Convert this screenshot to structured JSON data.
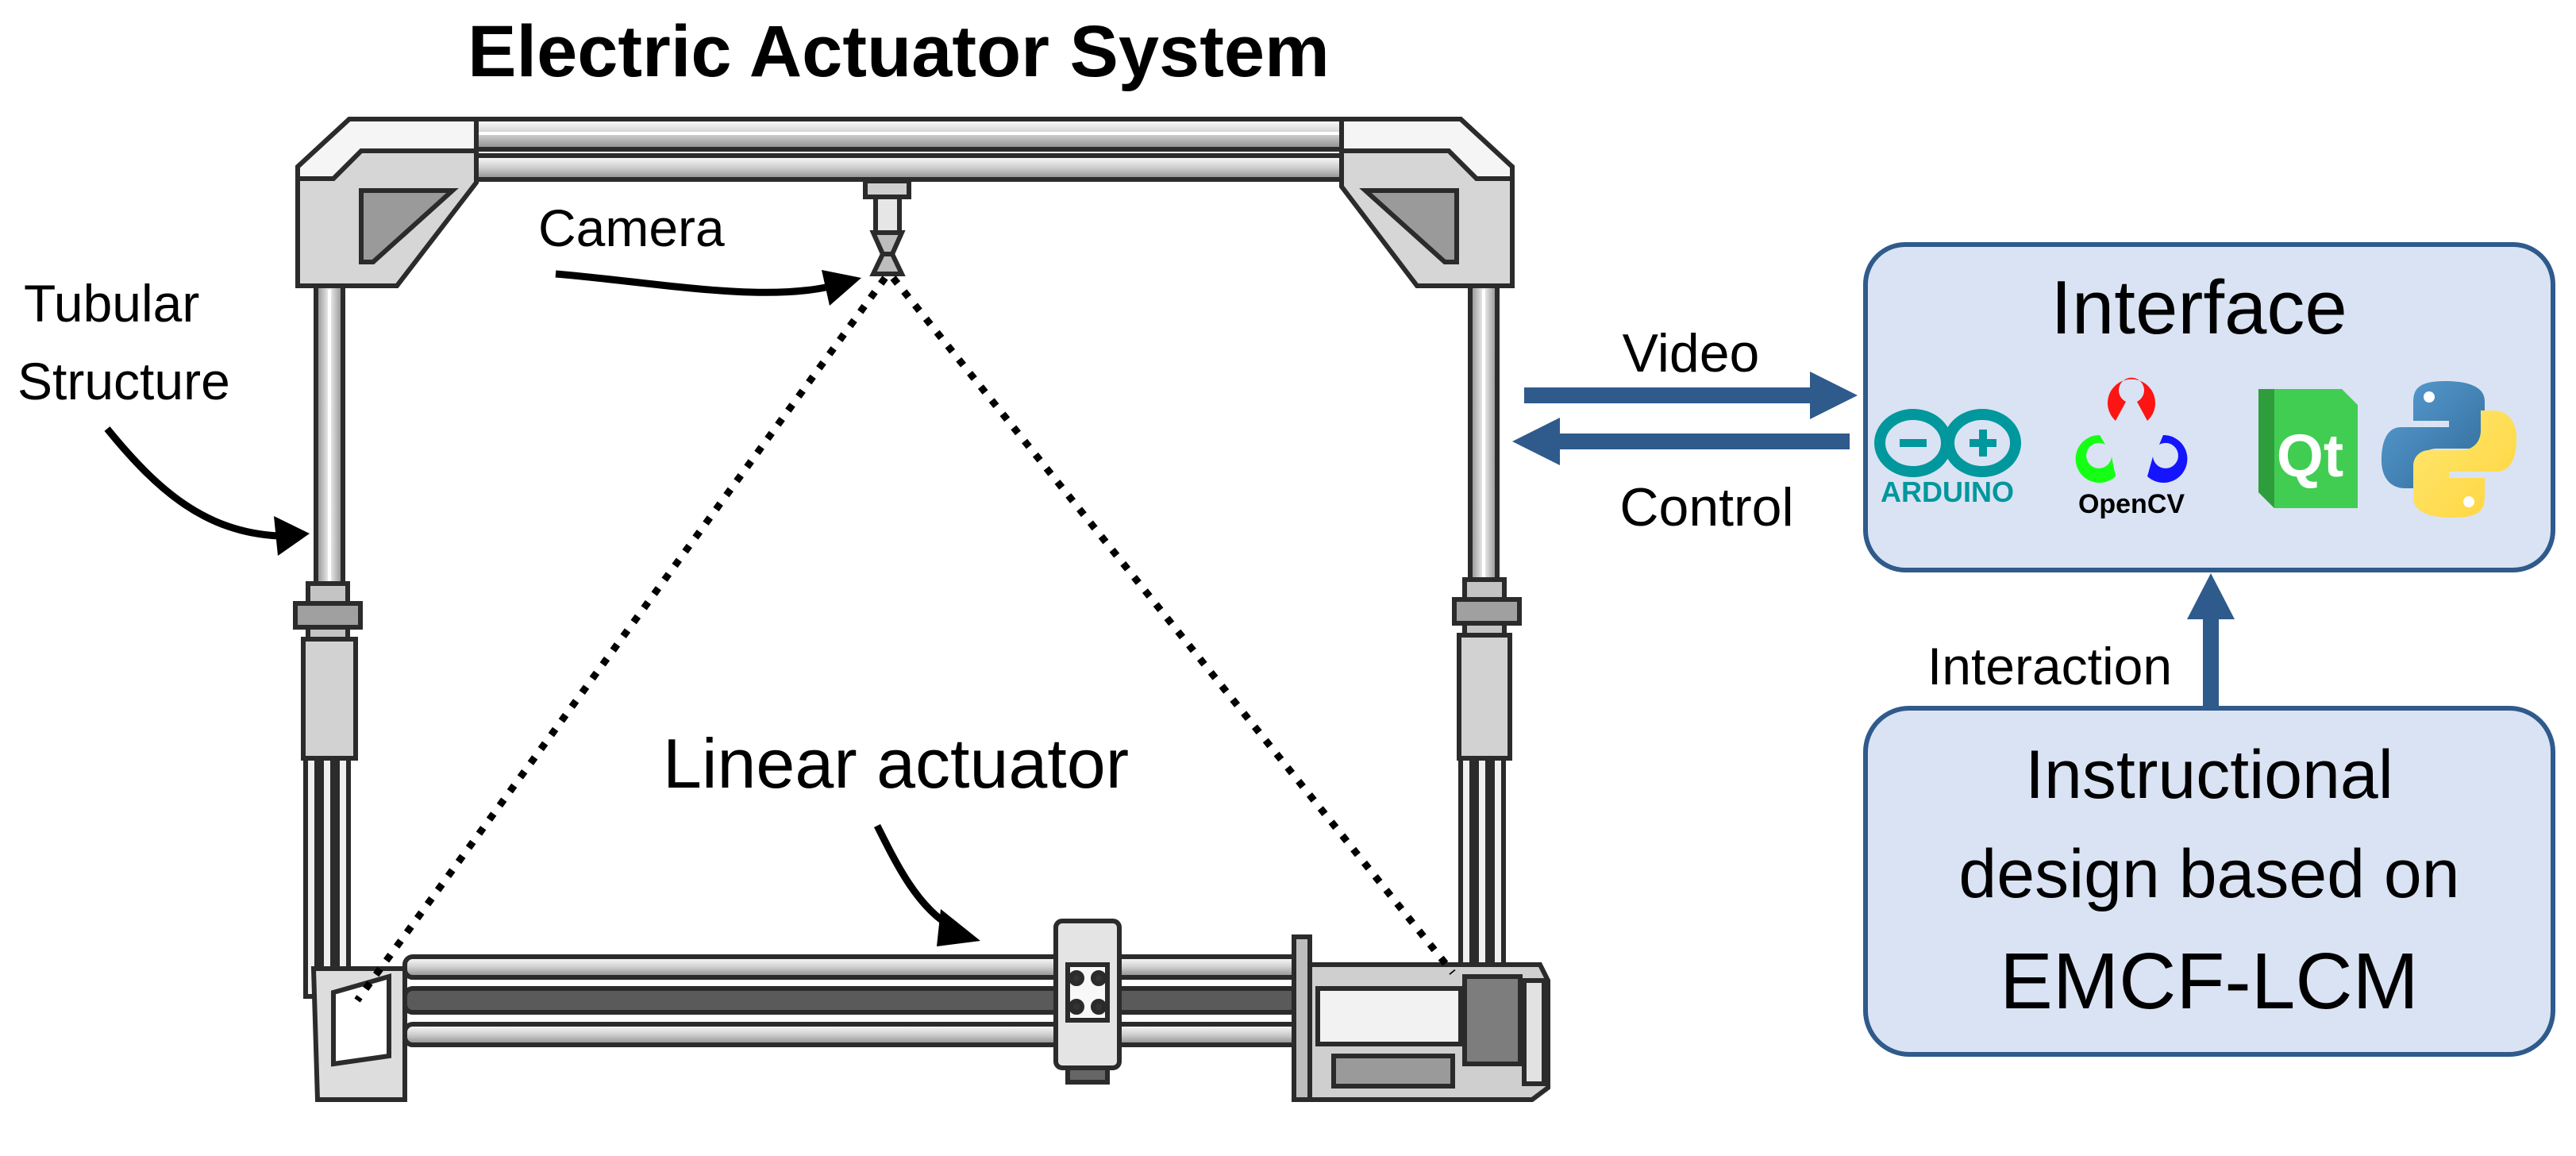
{
  "diagram": {
    "title": "Electric Actuator System",
    "labels": {
      "tubular_line1": "Tubular",
      "tubular_line2": "Structure",
      "camera": "Camera",
      "linear_actuator": "Linear actuator"
    },
    "arrows": {
      "video": "Video",
      "control": "Control",
      "interaction": "Interaction"
    },
    "interface_box": {
      "title": "Interface",
      "logos": [
        {
          "name": "arduino",
          "text": "ARDUINO",
          "color": "#00979D"
        },
        {
          "name": "opencv",
          "text": "OpenCV",
          "colors": [
            "#FF1414",
            "#14FF14",
            "#1414FF"
          ]
        },
        {
          "name": "qt",
          "text": "Qt",
          "color": "#41CD52"
        },
        {
          "name": "python",
          "colors": [
            "#3E79B2",
            "#FFD43B"
          ]
        }
      ]
    },
    "design_box": {
      "line1": "Instructional",
      "line2": "design based on",
      "line3": "EMCF-LCM"
    },
    "colors": {
      "arrow": "#2F5A8C",
      "box_fill": "#DAE3F3",
      "box_stroke": "#2F5A8C",
      "frame_stroke": "#2b2b2b",
      "frame_fill": "#e9e9e9"
    }
  }
}
